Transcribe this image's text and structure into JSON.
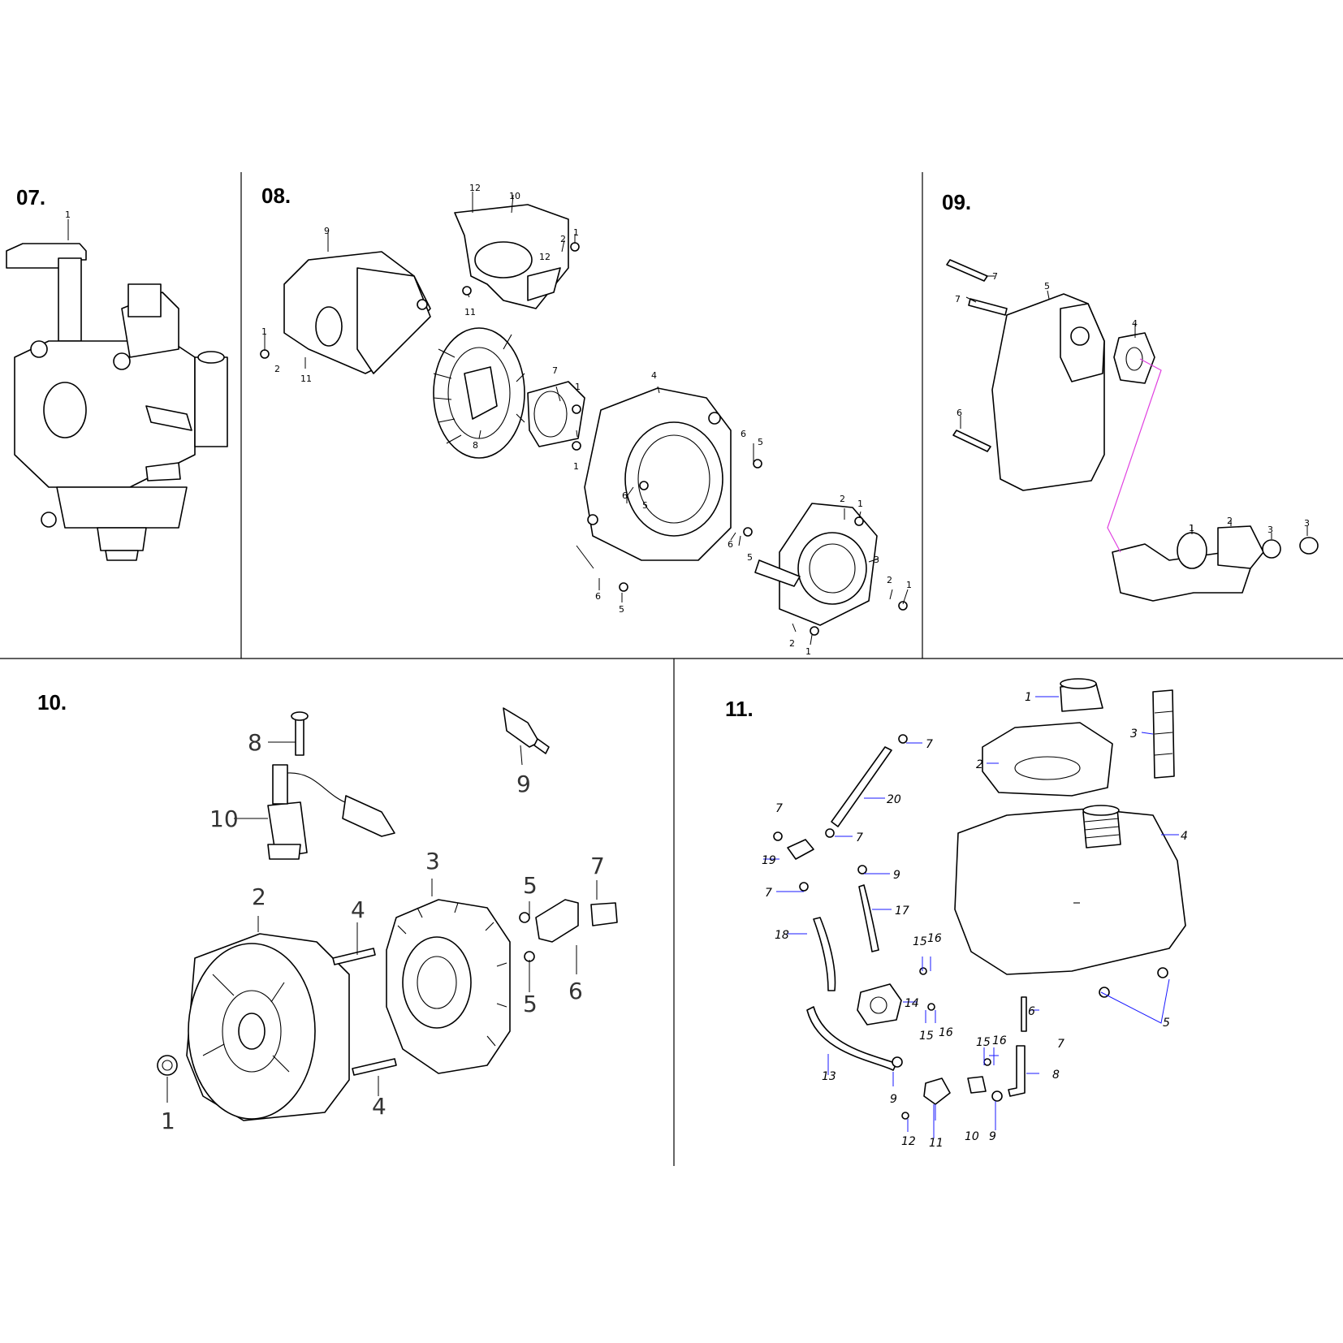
{
  "sections": [
    {
      "id": "07",
      "title": "07.",
      "parts": [
        "1"
      ]
    },
    {
      "id": "08",
      "title": "08.",
      "parts": [
        "12",
        "10",
        "1",
        "2",
        "12",
        "11",
        "9",
        "1",
        "2",
        "11",
        "7",
        "1",
        "8",
        "1",
        "4",
        "6",
        "5",
        "6",
        "5",
        "6",
        "5",
        "2",
        "1",
        "3",
        "6",
        "5",
        "2",
        "1",
        "2",
        "1"
      ]
    },
    {
      "id": "09",
      "title": "09.",
      "parts": [
        "7",
        "7",
        "5",
        "4",
        "6",
        "1",
        "2",
        "3",
        "3"
      ]
    },
    {
      "id": "10",
      "title": "10.",
      "parts": [
        "8",
        "9",
        "10",
        "2",
        "3",
        "4",
        "5",
        "7",
        "6",
        "5",
        "4",
        "1"
      ]
    },
    {
      "id": "11",
      "title": "11.",
      "parts": [
        "1",
        "3",
        "2",
        "7",
        "20",
        "7",
        "19",
        "7",
        "9",
        "7",
        "17",
        "4",
        "18",
        "15",
        "16",
        "14",
        "15",
        "16",
        "6",
        "7",
        "15",
        "16",
        "8",
        "5",
        "13",
        "9",
        "12",
        "11",
        "10",
        "9"
      ]
    }
  ],
  "colors": {
    "line": "#000000",
    "leader_blue": "#1a1aff",
    "leader_magenta": "#e040e0"
  }
}
